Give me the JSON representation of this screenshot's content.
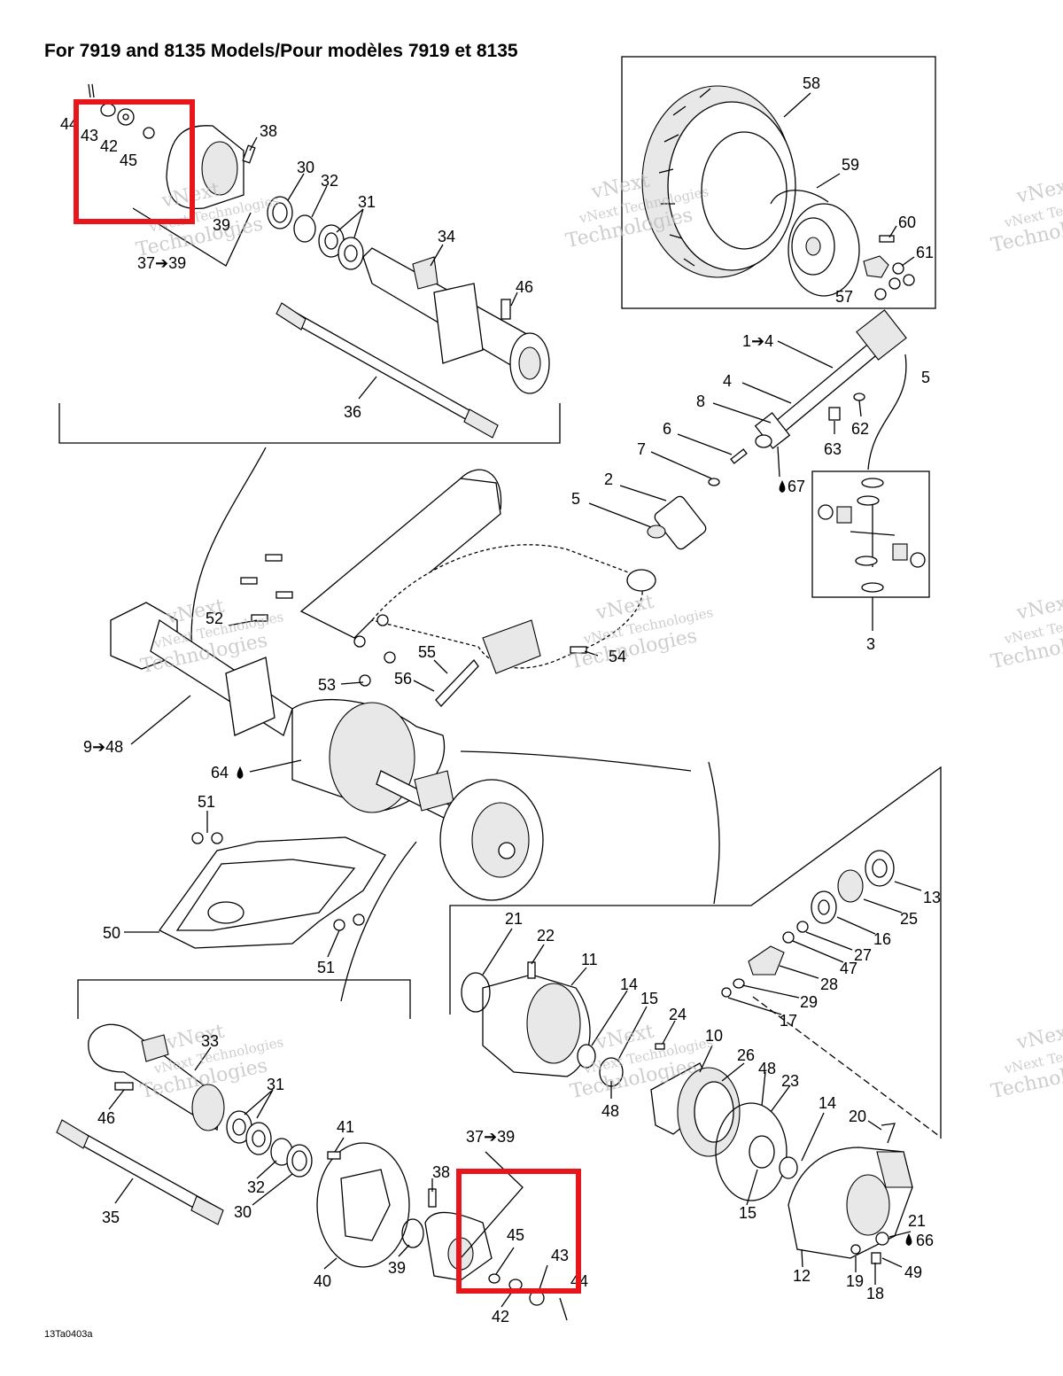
{
  "title": "For 7919 and 8135 Models/Pour modèles 7919 et 8135",
  "drawing_code": "13Ta0403a",
  "watermark": {
    "line1": "vNext",
    "line2": "vNext Technologies",
    "line3": "Technologies"
  },
  "highlight_color": "#e8151b",
  "callouts": [
    {
      "id": "c58",
      "text": "58"
    },
    {
      "id": "c59",
      "text": "59"
    },
    {
      "id": "c60",
      "text": "60"
    },
    {
      "id": "c61",
      "text": "61"
    },
    {
      "id": "c57",
      "text": "57"
    },
    {
      "id": "c1to4",
      "text": "1➔4"
    },
    {
      "id": "c5a",
      "text": "5"
    },
    {
      "id": "c4",
      "text": "4"
    },
    {
      "id": "c8",
      "text": "8"
    },
    {
      "id": "c62",
      "text": "62"
    },
    {
      "id": "c63",
      "text": "63"
    },
    {
      "id": "c6",
      "text": "6"
    },
    {
      "id": "c7",
      "text": "7"
    },
    {
      "id": "c67",
      "text": "67"
    },
    {
      "id": "c2",
      "text": "2"
    },
    {
      "id": "c5b",
      "text": "5"
    },
    {
      "id": "c3",
      "text": "3"
    },
    {
      "id": "c44a",
      "text": "44"
    },
    {
      "id": "c43a",
      "text": "43"
    },
    {
      "id": "c42a",
      "text": "42"
    },
    {
      "id": "c45a",
      "text": "45"
    },
    {
      "id": "c38a",
      "text": "38"
    },
    {
      "id": "c30a",
      "text": "30"
    },
    {
      "id": "c32a",
      "text": "32"
    },
    {
      "id": "c31a",
      "text": "31"
    },
    {
      "id": "c39a",
      "text": "39"
    },
    {
      "id": "c37a",
      "text": "37➔39"
    },
    {
      "id": "c34",
      "text": "34"
    },
    {
      "id": "c46a",
      "text": "46"
    },
    {
      "id": "c36",
      "text": "36"
    },
    {
      "id": "c52",
      "text": "52"
    },
    {
      "id": "c53",
      "text": "53"
    },
    {
      "id": "c55",
      "text": "55"
    },
    {
      "id": "c56",
      "text": "56"
    },
    {
      "id": "c54",
      "text": "54"
    },
    {
      "id": "c9to48",
      "text": "9➔48"
    },
    {
      "id": "c64",
      "text": "64"
    },
    {
      "id": "c51a",
      "text": "51"
    },
    {
      "id": "c50",
      "text": "50"
    },
    {
      "id": "c51b",
      "text": "51"
    },
    {
      "id": "c13",
      "text": "13"
    },
    {
      "id": "c25",
      "text": "25"
    },
    {
      "id": "c16",
      "text": "16"
    },
    {
      "id": "c27",
      "text": "27"
    },
    {
      "id": "c47",
      "text": "47"
    },
    {
      "id": "c28",
      "text": "28"
    },
    {
      "id": "c29",
      "text": "29"
    },
    {
      "id": "c17",
      "text": "17"
    },
    {
      "id": "c21a",
      "text": "21"
    },
    {
      "id": "c22",
      "text": "22"
    },
    {
      "id": "c11",
      "text": "11"
    },
    {
      "id": "c14a",
      "text": "14"
    },
    {
      "id": "c15a",
      "text": "15"
    },
    {
      "id": "c24",
      "text": "24"
    },
    {
      "id": "c10",
      "text": "10"
    },
    {
      "id": "c26",
      "text": "26"
    },
    {
      "id": "c48a",
      "text": "48"
    },
    {
      "id": "c23",
      "text": "23"
    },
    {
      "id": "c48b",
      "text": "48"
    },
    {
      "id": "c14b",
      "text": "14"
    },
    {
      "id": "c20",
      "text": "20"
    },
    {
      "id": "c15b",
      "text": "15"
    },
    {
      "id": "c21b",
      "text": "21"
    },
    {
      "id": "c66",
      "text": "66"
    },
    {
      "id": "c12",
      "text": "12"
    },
    {
      "id": "c19",
      "text": "19"
    },
    {
      "id": "c18",
      "text": "18"
    },
    {
      "id": "c49",
      "text": "49"
    },
    {
      "id": "c33",
      "text": "33"
    },
    {
      "id": "c31b",
      "text": "31"
    },
    {
      "id": "c46b",
      "text": "46"
    },
    {
      "id": "c35",
      "text": "35"
    },
    {
      "id": "c32b",
      "text": "32"
    },
    {
      "id": "c30b",
      "text": "30"
    },
    {
      "id": "c41",
      "text": "41"
    },
    {
      "id": "c40",
      "text": "40"
    },
    {
      "id": "c37b",
      "text": "37➔39"
    },
    {
      "id": "c38b",
      "text": "38"
    },
    {
      "id": "c39b",
      "text": "39"
    },
    {
      "id": "c45b",
      "text": "45"
    },
    {
      "id": "c43b",
      "text": "43"
    },
    {
      "id": "c44b",
      "text": "44"
    },
    {
      "id": "c42b",
      "text": "42"
    }
  ]
}
